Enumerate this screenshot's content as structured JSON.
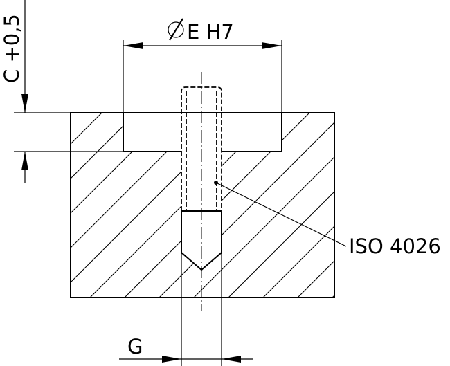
{
  "labels": {
    "top_dimension": "ΦE H7",
    "side_dimension": "C +0,5",
    "callout": "ISO 4026",
    "bottom_dimension": "G"
  }
}
